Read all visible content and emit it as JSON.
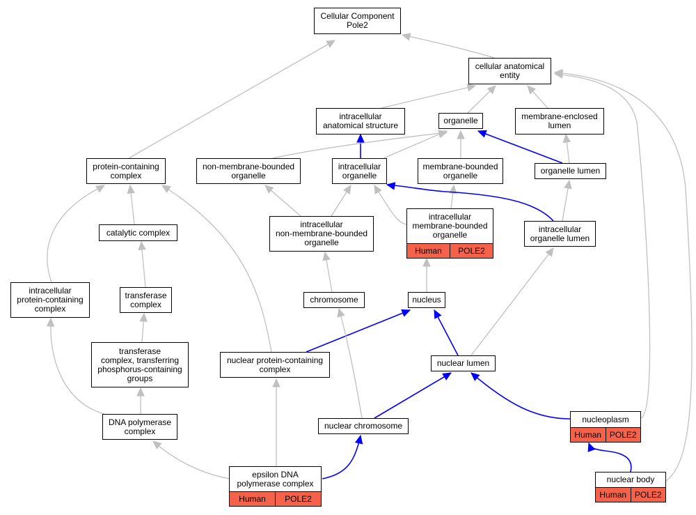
{
  "colors": {
    "is_a": "#c0c0c0",
    "part_of": "#0000ff",
    "annotation": "#f4624a"
  },
  "nodes": {
    "root": {
      "label": "Cellular Component\nPole2"
    },
    "cellular_anatomical_entity": {
      "label": "cellular anatomical\nentity"
    },
    "intracellular_anatomical_structure": {
      "label": "intracellular\nanatomical structure"
    },
    "organelle": {
      "label": "organelle"
    },
    "membrane_enclosed_lumen": {
      "label": "membrane-enclosed\nlumen"
    },
    "protein_containing_complex": {
      "label": "protein-containing\ncomplex"
    },
    "non_membrane_bounded_organelle": {
      "label": "non-membrane-bounded\norganelle"
    },
    "intracellular_organelle": {
      "label": "intracellular\norganelle"
    },
    "membrane_bounded_organelle": {
      "label": "membrane-bounded\norganelle"
    },
    "organelle_lumen": {
      "label": "organelle lumen"
    },
    "catalytic_complex": {
      "label": "catalytic complex"
    },
    "intracellular_non_membrane_bounded_organelle": {
      "label": "intracellular\nnon-membrane-bounded\norganelle"
    },
    "intracellular_membrane_bounded_organelle": {
      "label": "intracellular\nmembrane-bounded\norganelle",
      "species": "Human",
      "gene": "POLE2"
    },
    "intracellular_organelle_lumen": {
      "label": "intracellular\norganelle lumen"
    },
    "intracellular_protein_containing_complex": {
      "label": "intracellular\nprotein-containing\ncomplex"
    },
    "transferase_complex": {
      "label": "transferase\ncomplex"
    },
    "chromosome": {
      "label": "chromosome"
    },
    "nucleus": {
      "label": "nucleus"
    },
    "transferase_complex_phosphorus": {
      "label": "transferase\ncomplex, transferring\nphosphorus-containing\ngroups"
    },
    "nuclear_protein_containing_complex": {
      "label": "nuclear protein-containing\ncomplex"
    },
    "nuclear_lumen": {
      "label": "nuclear lumen"
    },
    "dna_polymerase_complex": {
      "label": "DNA polymerase\ncomplex"
    },
    "nuclear_chromosome": {
      "label": "nuclear chromosome"
    },
    "nucleoplasm": {
      "label": "nucleoplasm",
      "species": "Human",
      "gene": "POLE2"
    },
    "epsilon_dna_polymerase_complex": {
      "label": "epsilon DNA\npolymerase complex",
      "species": "Human",
      "gene": "POLE2"
    },
    "nuclear_body": {
      "label": "nuclear body",
      "species": "Human",
      "gene": "POLE2"
    }
  }
}
